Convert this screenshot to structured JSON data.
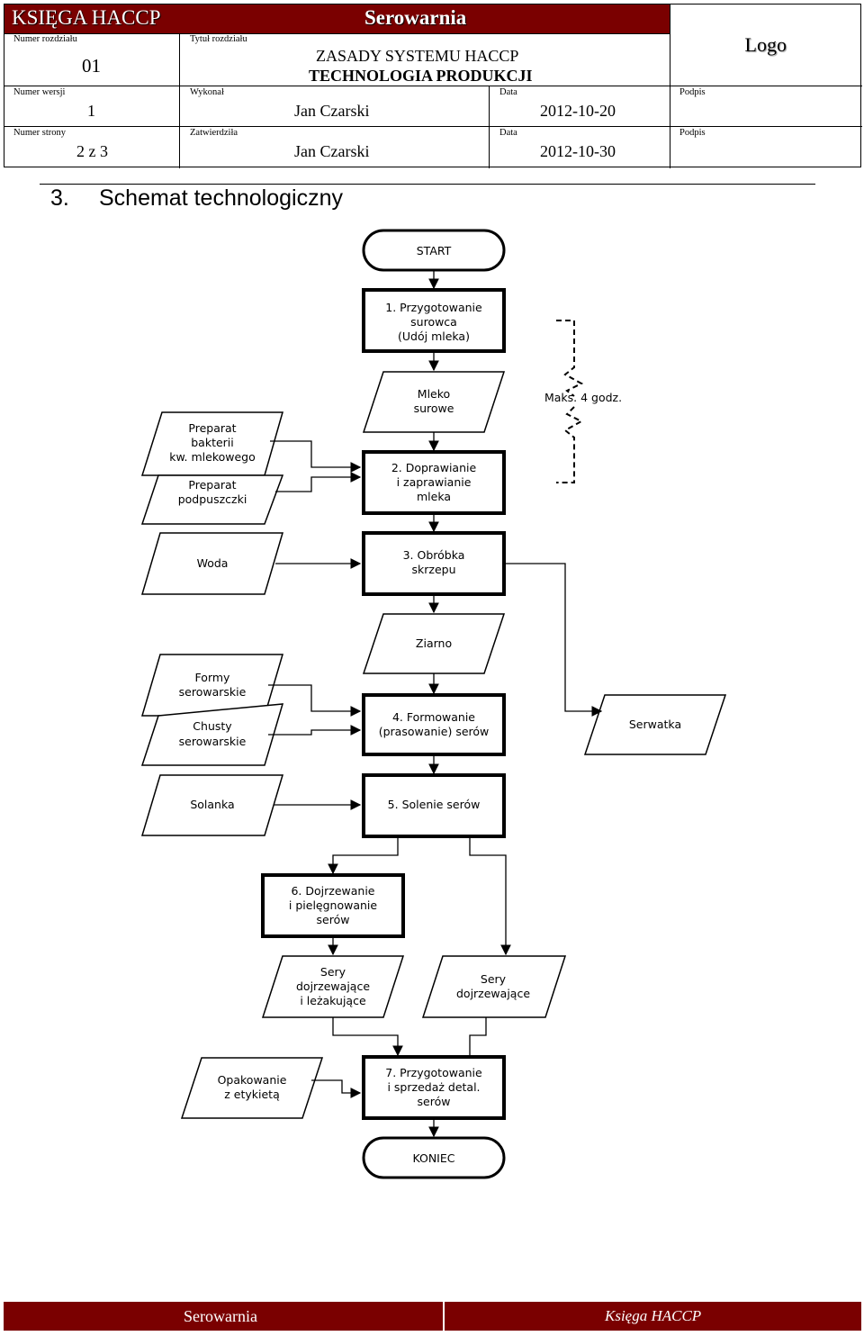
{
  "header": {
    "brand_left": "KSIĘGA HACCP",
    "brand_center": "Serowarnia",
    "chapter_no_label": "Numer rozdziału",
    "chapter_no": "01",
    "chapter_title_label": "Tytuł rozdziału",
    "chapter_title_line1": "ZASADY SYSTEMU HACCP",
    "chapter_title_line2": "TECHNOLOGIA PRODUKCJI",
    "logo": "Logo",
    "version_label": "Numer wersji",
    "version": "1",
    "made_by_label": "Wykonał",
    "made_by": "Jan Czarski",
    "date1_label": "Data",
    "date1": "2012-10-20",
    "sign1_label": "Podpis",
    "page_label": "Numer strony",
    "page": "2 z 3",
    "approved_label": "Zatwierdziła",
    "approved_by": "Jan Czarski",
    "date2_label": "Data",
    "date2": "2012-10-30",
    "sign2_label": "Podpis"
  },
  "section": {
    "number": "3.",
    "title": "Schemat technologiczny"
  },
  "flow": {
    "start": "START",
    "step1": [
      "1. Przygotowanie",
      "surowca",
      "(Udój mleka)"
    ],
    "milk": [
      "Mleko",
      "surowe"
    ],
    "max_time": "Maks. 4 godz.",
    "bacteria": [
      "Preparat",
      "bakterii",
      "kw. mlekowego"
    ],
    "rennet": [
      "Preparat",
      "podpuszczki"
    ],
    "step2": [
      "2. Doprawianie",
      "i zaprawianie",
      "mleka"
    ],
    "water": "Woda",
    "step3": [
      "3. Obróbka",
      "skrzepu"
    ],
    "grain": "Ziarno",
    "molds": [
      "Formy",
      "serowarskie"
    ],
    "cloths": [
      "Chusty",
      "serowarskie"
    ],
    "step4": [
      "4. Formowanie",
      "(prasowanie) serów"
    ],
    "whey": "Serwatka",
    "brine": "Solanka",
    "step5": "5. Solenie serów",
    "step6": [
      "6. Dojrzewanie",
      "i pielęgnowanie",
      "serów"
    ],
    "ripening_stored": [
      "Sery",
      "dojrzewające",
      "i leżakujące"
    ],
    "ripening": [
      "Sery",
      "dojrzewające"
    ],
    "packaging": [
      "Opakowanie",
      "z etykietą"
    ],
    "step7": [
      "7. Przygotowanie",
      "i sprzedaż detal.",
      "serów"
    ],
    "end": "KONIEC"
  },
  "footer": {
    "left": "Serowarnia",
    "right": "Księga HACCP"
  },
  "colors": {
    "brand": "#7a0000"
  }
}
